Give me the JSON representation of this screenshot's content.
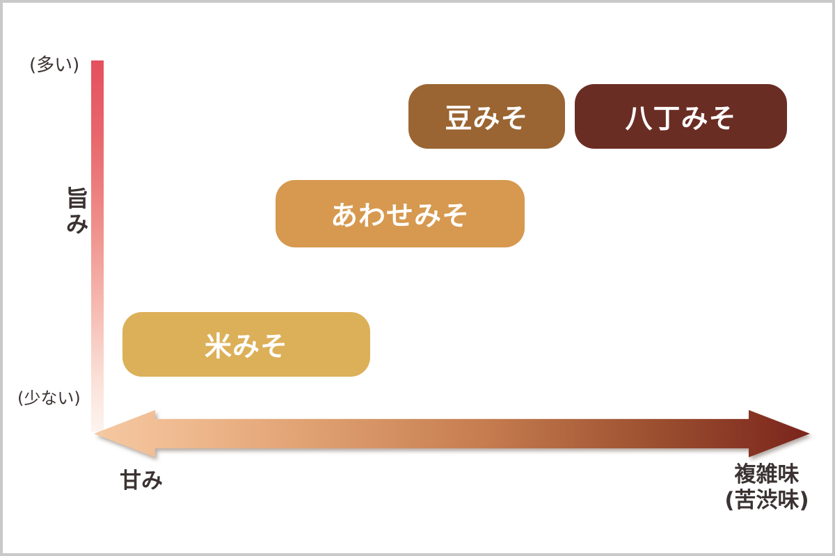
{
  "title": "miso-flavor-map",
  "y_axis": {
    "label": "旨み",
    "top_label": "(多い)",
    "bottom_label": "(少ない)",
    "gradient_top_color": "#e4505e",
    "gradient_bottom_color": "#fdf4ee"
  },
  "x_axis": {
    "left_label": "甘み",
    "right_label_line1": "複雑味",
    "right_label_line2": "(苦渋味)",
    "gradient_left_color": "#f5c9a2",
    "gradient_right_color": "#7a241c"
  },
  "items": [
    {
      "label": "米みそ",
      "color": "#dcb059"
    },
    {
      "label": "あわせみそ",
      "color": "#d6994f"
    },
    {
      "label": "豆みそ",
      "color": "#9a6532"
    },
    {
      "label": "八丁みそ",
      "color": "#6a2d24"
    }
  ],
  "chart_data": {
    "type": "scatter",
    "title": "",
    "xlabel": "甘み → 複雑味(苦渋味)",
    "ylabel": "旨み (少ない → 多い)",
    "axis_style": "qualitative gradient arrows, no ticks, no grid",
    "points": [
      {
        "label": "米みそ",
        "x_rel": 0.22,
        "y_rel": 0.18,
        "color": "#dcb059"
      },
      {
        "label": "あわせみそ",
        "x_rel": 0.43,
        "y_rel": 0.52,
        "color": "#d6994f"
      },
      {
        "label": "豆みそ",
        "x_rel": 0.55,
        "y_rel": 0.88,
        "color": "#9a6532"
      },
      {
        "label": "八丁みそ",
        "x_rel": 0.8,
        "y_rel": 0.88,
        "color": "#6a2d24"
      }
    ],
    "text_color": "#3b3332",
    "background": "#ffffff",
    "border_color": "#c9c9c9"
  }
}
